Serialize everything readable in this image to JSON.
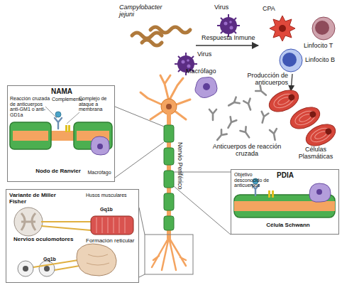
{
  "diagram": {
    "nodes": [
      {
        "text": [
          "NAMA",
          "Complemento",
          "Reacción cruzada de anticuerpos anti-GM1 o anti-GD1a",
          "Complejo de ataque a membrana",
          "Nodo de Ranvier",
          "Macrófago"
        ]
      },
      {
        "text": [
          "PDIA",
          "Objetivo desconocido de anticuerpos",
          "Célula Schwann"
        ]
      },
      {
        "text": [
          "Variante de Miller Fisher",
          "Husos musculares",
          "Gq1b",
          "Nervios oculomotores",
          "Gq1b",
          "Formación reticular"
        ]
      }
    ],
    "labels": [
      "Campylobacter jejuni",
      "Virus",
      "Virus",
      "Respuesta Inmune",
      "CPA",
      "Linfocito T",
      "Linfocito B",
      "Producción de anticuerpos",
      "Macrófago",
      "Anticuerpos de reacción cruzada",
      "Células Plasmáticas",
      "Nervio Periférico"
    ]
  }
}
